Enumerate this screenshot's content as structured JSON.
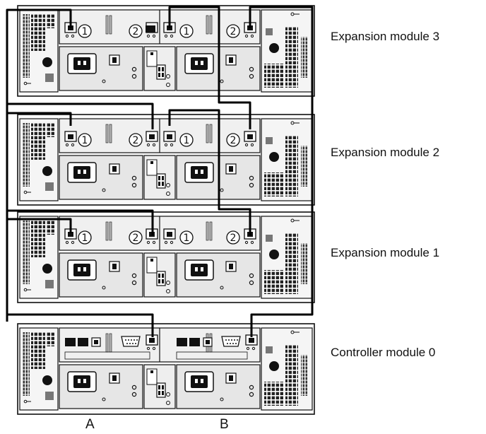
{
  "modules": [
    {
      "label": "Expansion module 3",
      "kind": "expansion",
      "left_port_numbers": [
        "1",
        "2"
      ],
      "right_port_numbers": [
        "1",
        "2"
      ]
    },
    {
      "label": "Expansion module 2",
      "kind": "expansion",
      "left_port_numbers": [
        "1",
        "2"
      ],
      "right_port_numbers": [
        "1",
        "2"
      ]
    },
    {
      "label": "Expansion module 1",
      "kind": "expansion",
      "left_port_numbers": [
        "1",
        "2"
      ],
      "right_port_numbers": [
        "1",
        "2"
      ]
    },
    {
      "label": "Controller module 0",
      "kind": "controller"
    }
  ],
  "sides": {
    "a": "A",
    "b": "B"
  },
  "colors": {
    "outline": "#111111",
    "panel": "#f2f2f2",
    "bay": "#d9d9d9",
    "cable": "#000000"
  }
}
